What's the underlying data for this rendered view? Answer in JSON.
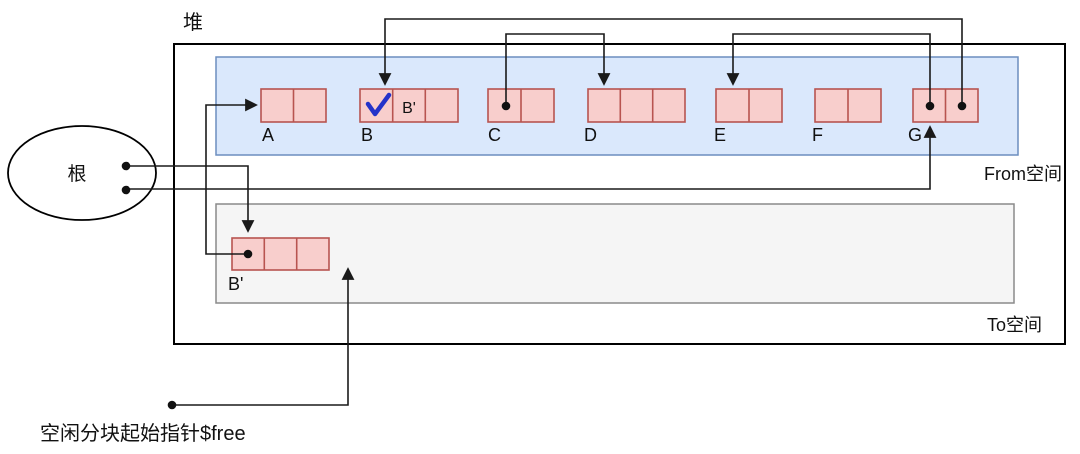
{
  "heap": {
    "label": "堆"
  },
  "root": {
    "label": "根",
    "slot_count": 2
  },
  "from_space": {
    "label": "From空间",
    "blocks": [
      {
        "name": "A",
        "cells": 2,
        "cell_texts": [
          "",
          ""
        ]
      },
      {
        "name": "B",
        "cells": 3,
        "cell_texts": [
          "✓",
          "B'",
          ""
        ]
      },
      {
        "name": "C",
        "cells": 2,
        "cell_texts": [
          "",
          ""
        ]
      },
      {
        "name": "D",
        "cells": 3,
        "cell_texts": [
          "",
          "",
          ""
        ]
      },
      {
        "name": "E",
        "cells": 2,
        "cell_texts": [
          "",
          ""
        ]
      },
      {
        "name": "F",
        "cells": 2,
        "cell_texts": [
          "",
          ""
        ]
      },
      {
        "name": "G",
        "cells": 2,
        "cell_texts": [
          "",
          ""
        ]
      }
    ]
  },
  "to_space": {
    "label": "To空间",
    "blocks": [
      {
        "name": "B'",
        "cells": 3,
        "cell_texts": [
          "",
          "",
          ""
        ]
      }
    ]
  },
  "free_pointer": {
    "label": "空闲分块起始指针$free"
  },
  "pointers": [
    {
      "from": "根.slot1",
      "to": "B' (To空间, top)"
    },
    {
      "from": "根.slot2",
      "to": "G (bottom)"
    },
    {
      "from": "B'.cell1",
      "to": "A (left)"
    },
    {
      "from": "C.cell1",
      "to": "D (top)"
    },
    {
      "from": "G.cell1",
      "to": "E (top)"
    },
    {
      "from": "G.cell2",
      "to": "B (top)"
    },
    {
      "from": "$free",
      "to": "To空间 free area after B'"
    }
  ],
  "colors": {
    "block_fill": "#f8cecc",
    "block_stroke": "#b85450",
    "from_space_fill": "#dae8fc",
    "from_space_stroke": "#6c8ebf",
    "to_space_fill": "#f5f5f5",
    "to_space_stroke": "#8a8a8a",
    "heap_stroke": "#000000",
    "line": "#1a1a1a",
    "check": "#2433c9"
  }
}
